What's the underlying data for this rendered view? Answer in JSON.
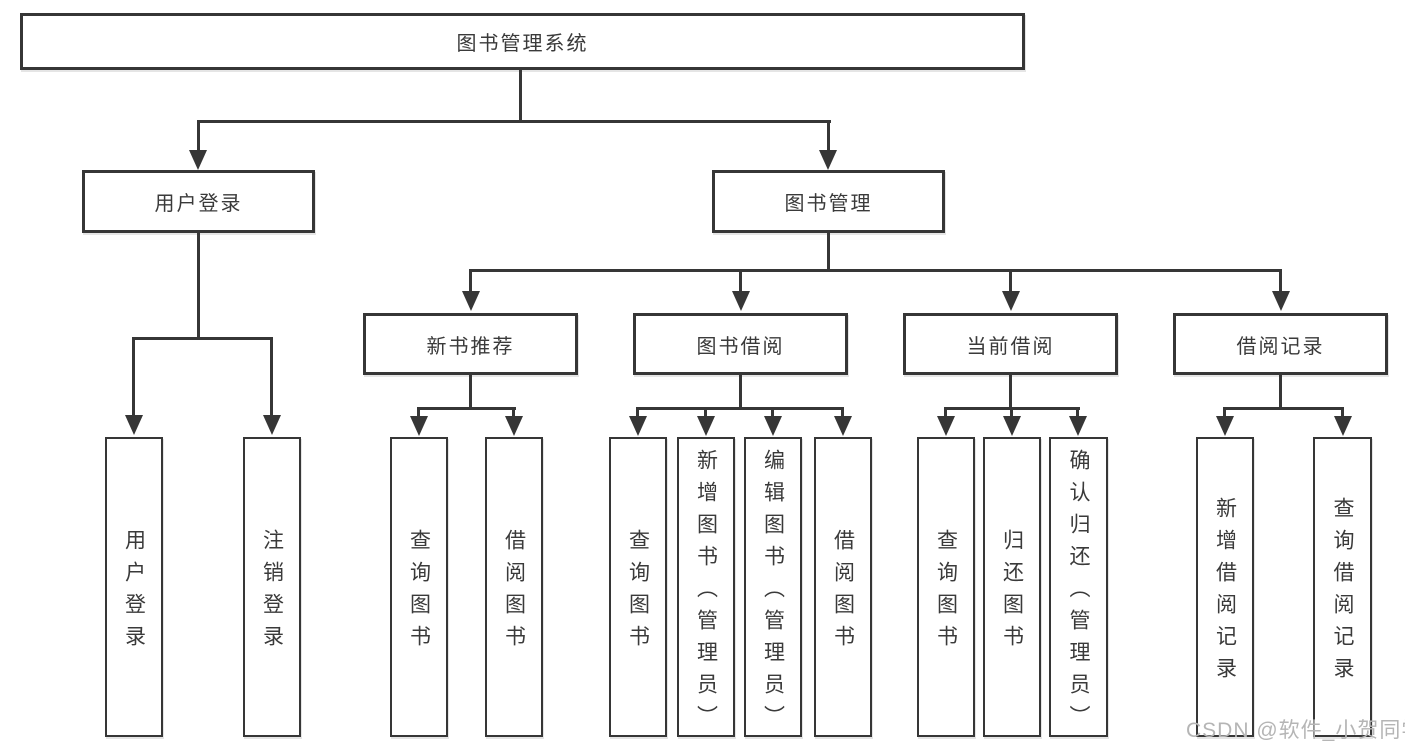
{
  "diagram": {
    "root": {
      "label": "图书管理系统"
    },
    "level2": {
      "user_login": {
        "label": "用户登录"
      },
      "book_management": {
        "label": "图书管理"
      }
    },
    "level3": {
      "new_book_recommendation": {
        "label": "新书推荐"
      },
      "book_borrowing": {
        "label": "图书借阅"
      },
      "current_borrowing": {
        "label": "当前借阅"
      },
      "borrowing_records": {
        "label": "借阅记录"
      }
    },
    "leaves": {
      "user_login": {
        "label": "用户登录"
      },
      "logout": {
        "label": "注销登录"
      },
      "nbr_query_books": {
        "label": "查询图书"
      },
      "nbr_borrow_books": {
        "label": "借阅图书"
      },
      "bb_query_books": {
        "label": "查询图书"
      },
      "bb_add_books": {
        "label": "新增图书（管理员）"
      },
      "bb_edit_books": {
        "label": "编辑图书（管理员）"
      },
      "bb_borrow_books": {
        "label": "借阅图书"
      },
      "cb_query_books": {
        "label": "查询图书"
      },
      "cb_return_books": {
        "label": "归还图书"
      },
      "cb_confirm_return": {
        "label": "确认归还（管理员）"
      },
      "br_add_record": {
        "label": "新增借阅记录"
      },
      "br_query_record": {
        "label": "查询借阅记录"
      }
    },
    "watermark": {
      "text": "CSDN @软件_小贺同学"
    },
    "colors": {
      "line": "#363636",
      "text": "#3a3a3a",
      "watermark_text": "#b5b5b5",
      "background": "#ffffff"
    }
  }
}
